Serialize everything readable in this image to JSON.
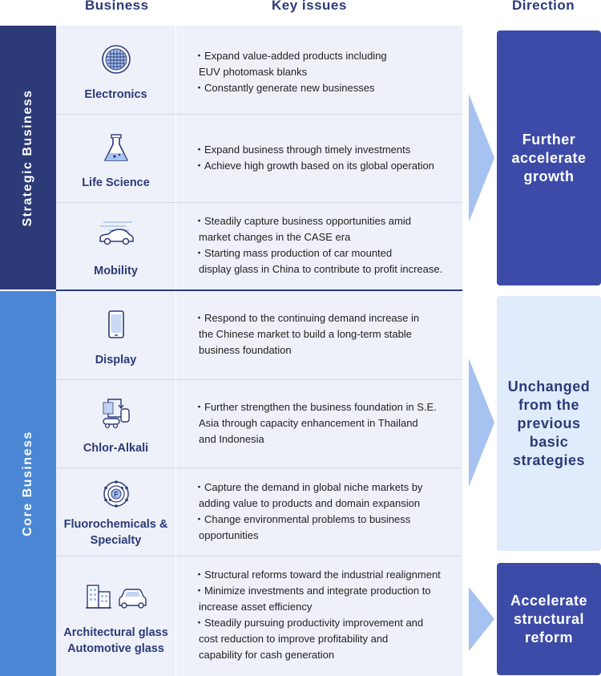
{
  "headers": {
    "business": "Business",
    "issues": "Key issues",
    "direction": "Direction"
  },
  "bands": [
    {
      "label": "Strategic Business",
      "color": "#2c3a78"
    },
    {
      "label": "Core Business",
      "color": "#4a86d4"
    }
  ],
  "rows": [
    {
      "name": "Electronics",
      "icon": "wafer-icon",
      "issues": [
        "・Expand value-added products including\nEUV photomask blanks",
        "・Constantly generate new businesses"
      ]
    },
    {
      "name": "Life Science",
      "icon": "flask-icon",
      "issues": [
        "・Expand business through timely investments",
        "・Achieve high growth based on its global operation"
      ]
    },
    {
      "name": "Mobility",
      "icon": "car-icon",
      "issues": [
        "・Steadily capture business opportunities amid\nmarket changes in the CASE era",
        "・Starting mass production of car mounted\ndisplay glass in China to contribute to profit increase."
      ]
    },
    {
      "name": "Display",
      "icon": "smartphone-icon",
      "issues": [
        "・Respond to the continuing demand increase in\nthe Chinese market to build a long-term stable\nbusiness foundation"
      ]
    },
    {
      "name": "Chlor-Alkali",
      "icon": "chemical-plant-icon",
      "issues": [
        "・Further strengthen the business foundation in S.E.\nAsia through capacity enhancement in Thailand\nand Indonesia"
      ]
    },
    {
      "name": "Fluorochemicals &\nSpecialty",
      "icon": "fluorine-atom-icon",
      "issues": [
        "・Capture the demand in global niche markets by\nadding value to products and domain expansion",
        "・Change environmental problems to business\nopportunities"
      ]
    },
    {
      "name": "Architectural glass\nAutomotive glass",
      "icon": "building-and-car-icon",
      "issues": [
        "・Structural reforms toward the industrial realignment",
        "・Minimize investments and integrate production to\nincrease asset efficiency",
        "・Steadily pursuing productivity improvement and\ncost reduction to improve   profitability and\ncapability for cash generation"
      ]
    }
  ],
  "directions": [
    {
      "label": "Further\naccelerate\ngrowth",
      "bg": "#3d4ba8",
      "fg": "#ffffff"
    },
    {
      "label": "Unchanged\nfrom the\nprevious\nbasic\nstrategies",
      "bg": "#e0ebfb",
      "fg": "#2c3a78"
    },
    {
      "label": "Accelerate\nstructural\nreform",
      "bg": "#3d4ba8",
      "fg": "#ffffff"
    }
  ],
  "colors": {
    "row_bg": "#eef1f9",
    "arrow": "#a6c2f0",
    "icon_stroke": "#2c3a78",
    "icon_fill": "#a6c2f0"
  }
}
